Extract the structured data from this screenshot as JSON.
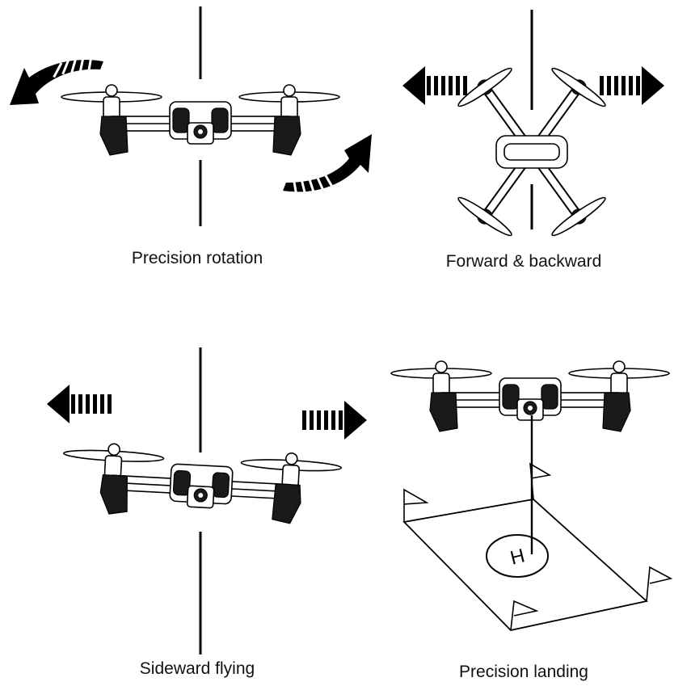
{
  "panels": [
    {
      "id": "rotation",
      "caption": "Precision rotation",
      "motion": "rotate"
    },
    {
      "id": "forward-backward",
      "caption": "Forward & backward",
      "motion": "horizontal-arrows"
    },
    {
      "id": "sideward",
      "caption": "Sideward flying",
      "motion": "horizontal-arrows"
    },
    {
      "id": "landing",
      "caption": "Precision landing",
      "motion": "descend-to-pad",
      "pad_letter": "H"
    }
  ],
  "colors": {
    "ink": "#000000",
    "fill": "#1a1a1a",
    "paper": "#ffffff"
  }
}
